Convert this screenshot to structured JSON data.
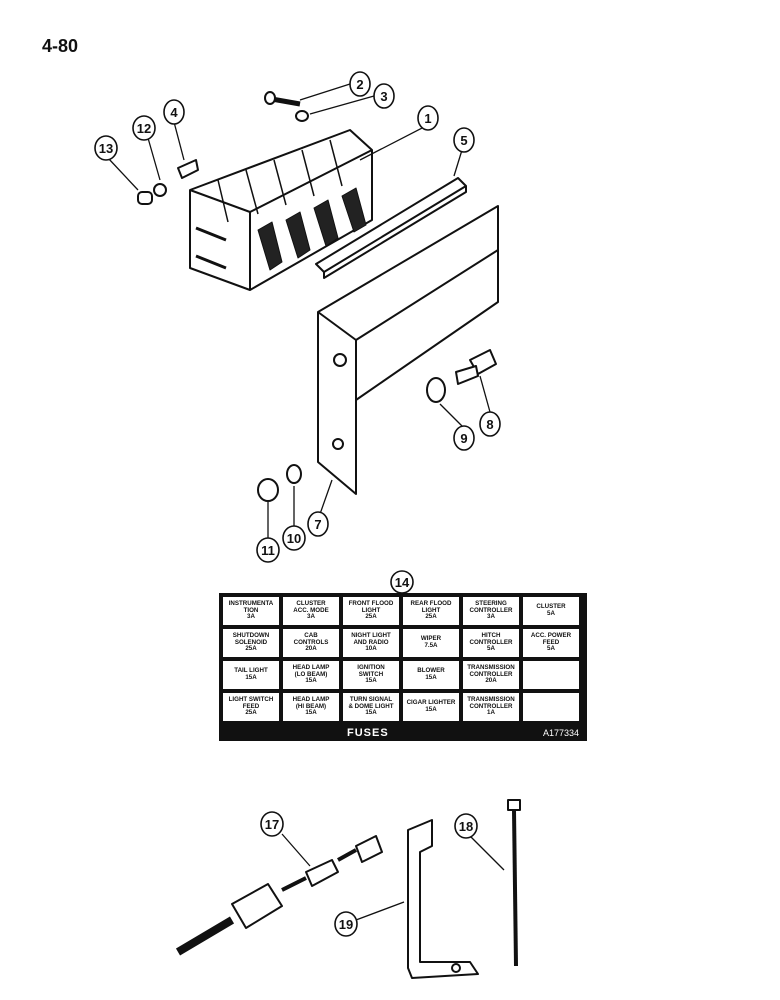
{
  "page": {
    "number": "4-80"
  },
  "callouts": [
    "1",
    "2",
    "3",
    "4",
    "5",
    "7",
    "8",
    "9",
    "10",
    "11",
    "12",
    "13",
    "14",
    "17",
    "18",
    "19"
  ],
  "fuse_panel": {
    "title": "FUSES",
    "code": "A177334",
    "cells": [
      {
        "name": "INSTRUMENTA\nTION",
        "rating": "3A"
      },
      {
        "name": "CLUSTER\nACC. MODE",
        "rating": "3A"
      },
      {
        "name": "FRONT FLOOD\nLIGHT",
        "rating": "25A"
      },
      {
        "name": "REAR FLOOD\nLIGHT",
        "rating": "25A"
      },
      {
        "name": "STEERING\nCONTROLLER",
        "rating": "3A"
      },
      {
        "name": "CLUSTER",
        "rating": "5A"
      },
      {
        "name": "SHUTDOWN\nSOLENOID",
        "rating": "25A"
      },
      {
        "name": "CAB\nCONTROLS",
        "rating": "20A"
      },
      {
        "name": "NIGHT LIGHT\nAND RADIO",
        "rating": "10A"
      },
      {
        "name": "WIPER",
        "rating": "7.5A"
      },
      {
        "name": "HITCH\nCONTROLLER",
        "rating": "5A"
      },
      {
        "name": "ACC. POWER\nFEED",
        "rating": "5A"
      },
      {
        "name": "TAIL LIGHT",
        "rating": "15A"
      },
      {
        "name": "HEAD LAMP\n(LO BEAM)",
        "rating": "15A"
      },
      {
        "name": "IGNITION\nSWITCH",
        "rating": "15A"
      },
      {
        "name": "BLOWER",
        "rating": "15A"
      },
      {
        "name": "TRANSMISSION\nCONTROLLER",
        "rating": "20A"
      },
      {
        "name": "",
        "rating": ""
      },
      {
        "name": "LIGHT SWITCH\nFEED",
        "rating": "25A"
      },
      {
        "name": "HEAD LAMP\n(HI BEAM)",
        "rating": "15A"
      },
      {
        "name": "TURN SIGNAL\n& DOME LIGHT",
        "rating": "15A"
      },
      {
        "name": "CIGAR LIGHTER",
        "rating": "15A"
      },
      {
        "name": "TRANSMISSION\nCONTROLLER",
        "rating": "1A"
      },
      {
        "name": "",
        "rating": ""
      }
    ]
  }
}
